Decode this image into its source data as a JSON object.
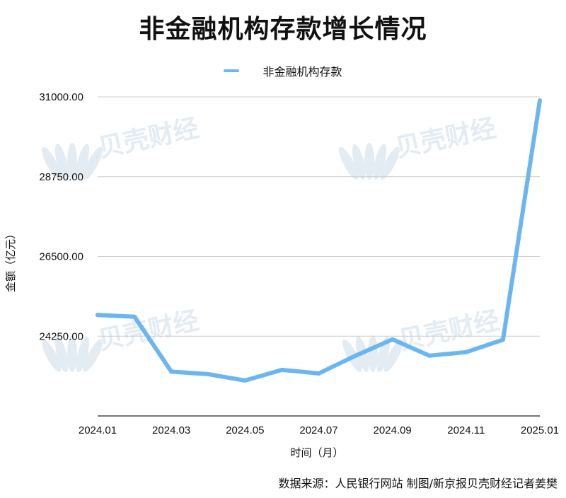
{
  "header": {
    "title": "非金融机构存款增长情况",
    "source": "数据来源：人民银行网站 制图/新京报贝壳财经记者姜樊"
  },
  "watermark": {
    "text": "贝壳财经"
  },
  "chart_data": {
    "type": "line",
    "title": "非金融机构存款增长情况",
    "xlabel": "时间（月）",
    "ylabel": "金额（亿元）",
    "x": [
      "2024.01",
      "2024.02",
      "2024.03",
      "2024.04",
      "2024.05",
      "2024.06",
      "2024.07",
      "2024.08",
      "2024.09",
      "2024.10",
      "2024.11",
      "2024.12",
      "2025.01"
    ],
    "x_tick_labels": [
      "2024.01",
      "2024.03",
      "2024.05",
      "2024.07",
      "2024.09",
      "2024.11",
      "2025.01"
    ],
    "y_tick_labels": [
      "24250.00",
      "26500.00",
      "28750.00",
      "31000.00"
    ],
    "y_ticks": [
      24250,
      26500,
      28750,
      31000
    ],
    "ylim": [
      22000,
      31000
    ],
    "series": [
      {
        "name": "非金融机构存款",
        "color": "#6cb6f0",
        "values": [
          24850,
          24800,
          23250,
          23180,
          23000,
          23300,
          23200,
          23700,
          24160,
          23700,
          23800,
          24150,
          30900
        ]
      }
    ],
    "legend": "top-center",
    "grid": "horizontal"
  }
}
